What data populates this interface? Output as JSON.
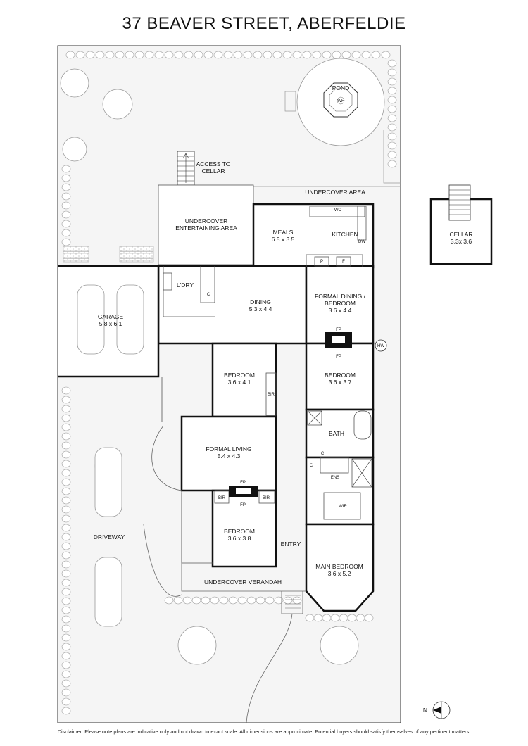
{
  "title": "37 BEAVER STREET, ABERFELDIE",
  "rooms": {
    "access_cellar_1": "ACCESS TO",
    "access_cellar_2": "CELLAR",
    "undercover_area": "UNDERCOVER AREA",
    "entertaining_1": "UNDERCOVER",
    "entertaining_2": "ENTERTAINING AREA",
    "meals": "MEALS",
    "meals_dim": "6.5 x 3.5",
    "kitchen": "KITCHEN",
    "wo": "WO",
    "dw": "DW",
    "pantry": "P",
    "fridge": "F",
    "laundry": "L'DRY",
    "cupboard": "C",
    "dining": "DINING",
    "dining_dim": "5.3 x 4.4",
    "formal_dining_1": "FORMAL DINING /",
    "formal_dining_2": "BEDROOM",
    "formal_dining_dim": "3.6 x 4.4",
    "fireplace": "FP",
    "hot_water": "HW",
    "garage": "GARAGE",
    "garage_dim": "5.8 x 6.1",
    "bedroom": "BEDROOM",
    "bed2_dim": "3.6 x 4.1",
    "bed3_dim": "3.6 x 3.7",
    "bir": "BIR",
    "bath": "BATH",
    "ens": "ENS",
    "wir": "WIR",
    "formal_living": "FORMAL LIVING",
    "formal_living_dim": "5.4 x 4.3",
    "bed4_dim": "3.6 x 3.8",
    "entry": "ENTRY",
    "main_bedroom": "MAIN BEDROOM",
    "main_bedroom_dim": "3.6 x 5.2",
    "verandah": "UNDERCOVER VERANDAH",
    "driveway": "DRIVEWAY",
    "pond": "POND",
    "wf": "WF",
    "cellar": "CELLAR",
    "cellar_dim": "3.3x 3.6",
    "north": "N"
  },
  "disclaimer": "Disclaimer: Please note plans are indicative only and not drawn to exact scale. All dimensions are approximate. Potential buyers should satisfy themselves of any pertinent matters."
}
